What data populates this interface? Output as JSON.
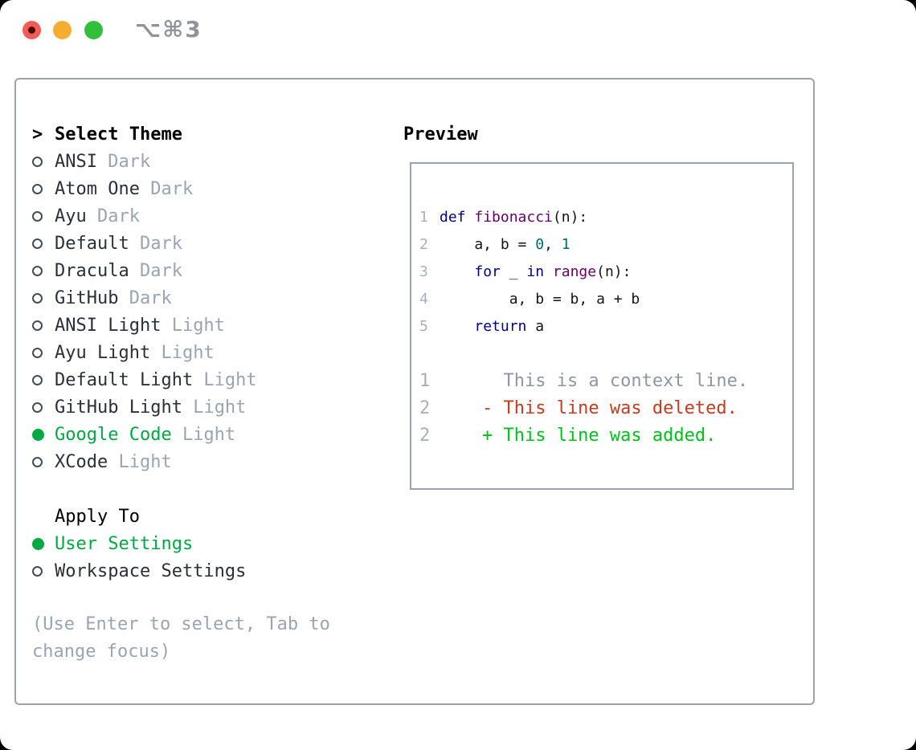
{
  "window": {
    "shortcut": "⌥⌘3",
    "traffic_lights": {
      "close_color": "#f25c54",
      "minimize_color": "#f5ad31",
      "zoom_color": "#31c03c"
    }
  },
  "theme_list": {
    "header_marker": ">",
    "header": "Select Theme",
    "items": [
      {
        "name": "ANSI",
        "variant": "Dark",
        "selected": false
      },
      {
        "name": "Atom One",
        "variant": "Dark",
        "selected": false
      },
      {
        "name": "Ayu",
        "variant": "Dark",
        "selected": false
      },
      {
        "name": "Default",
        "variant": "Dark",
        "selected": false
      },
      {
        "name": "Dracula",
        "variant": "Dark",
        "selected": false
      },
      {
        "name": "GitHub",
        "variant": "Dark",
        "selected": false
      },
      {
        "name": "ANSI Light",
        "variant": "Light",
        "selected": false
      },
      {
        "name": "Ayu Light",
        "variant": "Light",
        "selected": false
      },
      {
        "name": "Default Light",
        "variant": "Light",
        "selected": false
      },
      {
        "name": "GitHub Light",
        "variant": "Light",
        "selected": false
      },
      {
        "name": "Google Code",
        "variant": "Light",
        "selected": true
      },
      {
        "name": "XCode",
        "variant": "Light",
        "selected": false
      }
    ]
  },
  "apply_to": {
    "header": "Apply To",
    "options": [
      {
        "name": "User Settings",
        "selected": true
      },
      {
        "name": "Workspace Settings",
        "selected": false
      }
    ]
  },
  "hint": {
    "text": "(Use Enter to select, Tab to change focus)"
  },
  "preview": {
    "title": "Preview",
    "code_lines": [
      {
        "num": "1",
        "tokens": [
          {
            "text": "def",
            "type": "keyword"
          },
          {
            "text": " ",
            "type": "plain"
          },
          {
            "text": "fibonacci",
            "type": "function"
          },
          {
            "text": "(n):",
            "type": "plain"
          }
        ]
      },
      {
        "num": "2",
        "tokens": [
          {
            "text": "    a, b = ",
            "type": "plain"
          },
          {
            "text": "0",
            "type": "literal"
          },
          {
            "text": ", ",
            "type": "plain"
          },
          {
            "text": "1",
            "type": "literal"
          }
        ]
      },
      {
        "num": "3",
        "tokens": [
          {
            "text": "    ",
            "type": "plain"
          },
          {
            "text": "for",
            "type": "keyword"
          },
          {
            "text": " _ ",
            "type": "plain"
          },
          {
            "text": "in",
            "type": "keyword"
          },
          {
            "text": " ",
            "type": "plain"
          },
          {
            "text": "range",
            "type": "function"
          },
          {
            "text": "(n):",
            "type": "plain"
          }
        ]
      },
      {
        "num": "4",
        "tokens": [
          {
            "text": "        a, b = b, a + b",
            "type": "plain"
          }
        ]
      },
      {
        "num": "5",
        "tokens": [
          {
            "text": "    ",
            "type": "plain"
          },
          {
            "text": "return",
            "type": "keyword"
          },
          {
            "text": " a",
            "type": "plain"
          }
        ]
      }
    ],
    "diff_lines": [
      {
        "num": "1",
        "kind": "context",
        "text": "      This is a context line."
      },
      {
        "num": "2",
        "kind": "deleted",
        "text": "    - This line was deleted."
      },
      {
        "num": "2",
        "kind": "added",
        "text": "    + This line was added."
      }
    ]
  },
  "colors": {
    "accent_green": "#00a843",
    "border_gray": "#9aa3ae",
    "muted_gray": "#9aa4b2",
    "line_number": "#a6b0bd",
    "keyword": "#000088",
    "function": "#660066",
    "literal": "#006666",
    "diff_context": "#8e97a1",
    "diff_deleted": "#c23b22",
    "diff_added": "#00c01d"
  }
}
